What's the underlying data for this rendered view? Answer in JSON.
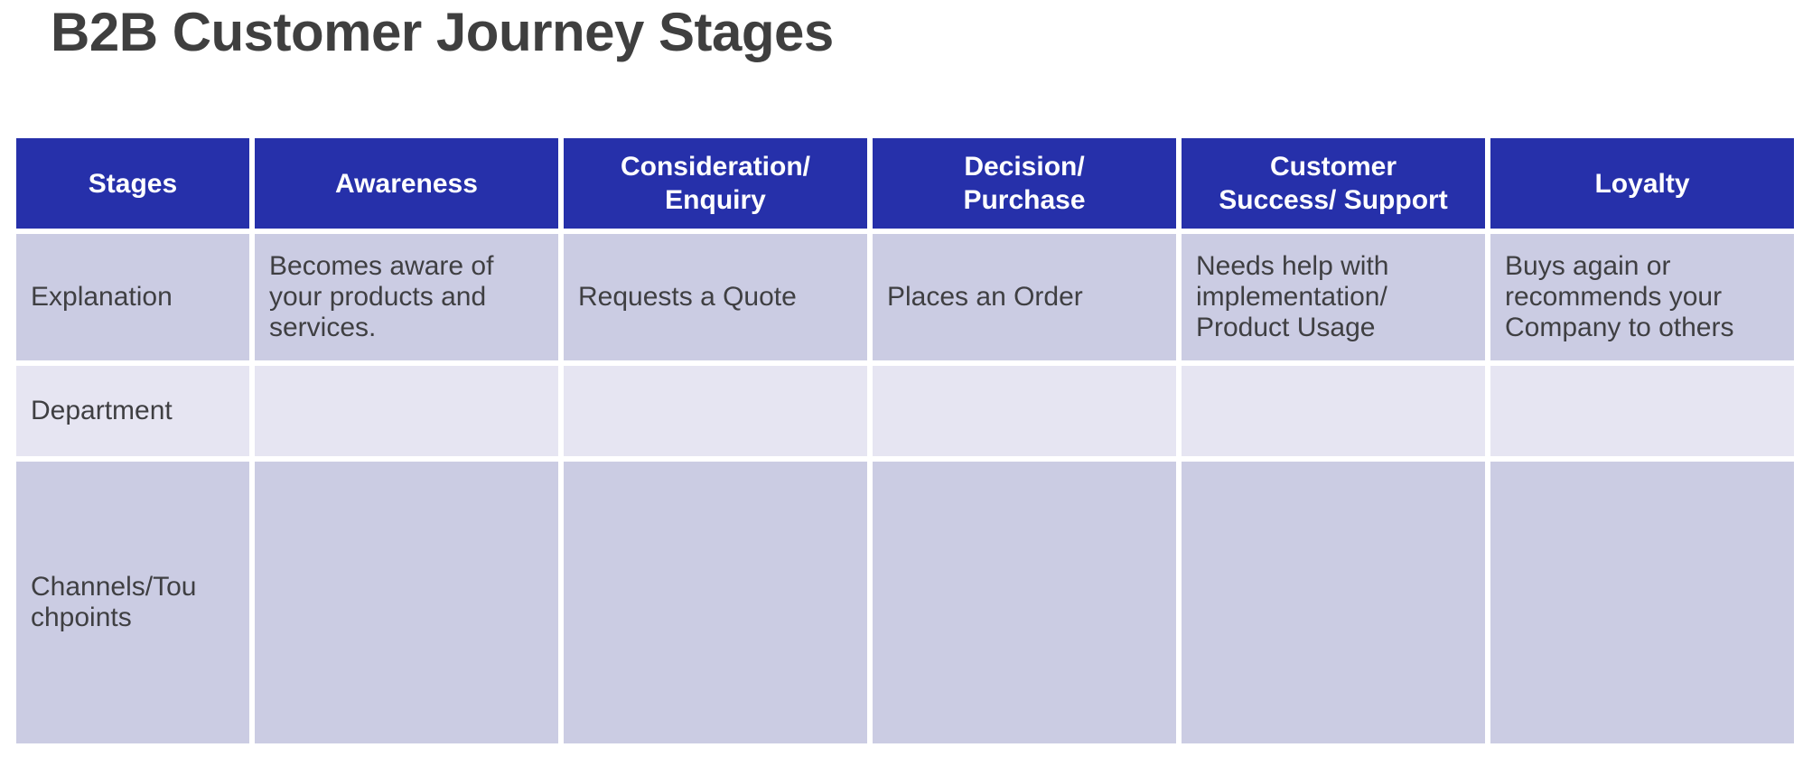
{
  "title": "B2B Customer Journey Stages",
  "colors": {
    "header_bg": "#2630AA",
    "header_text": "#FFFFFF",
    "row_bg": "#CBCCE3",
    "row_alt_bg": "#E6E5F2",
    "body_text": "#3F3F42",
    "title_text": "#3F3F3F",
    "page_bg": "#FFFFFF"
  },
  "table": {
    "headers": [
      "Stages",
      "Awareness",
      "Consideration/\nEnquiry",
      "Decision/\nPurchase",
      "Customer\nSuccess/ Support",
      "Loyalty"
    ],
    "rows": [
      {
        "label": "Explanation",
        "cells": [
          "Becomes aware of\nyour products and\nservices.",
          "Requests a Quote",
          "Places an Order",
          "Needs help with\nimplementation/\nProduct Usage",
          "Buys again or\nrecommends your\nCompany to others"
        ]
      },
      {
        "label": "Department",
        "cells": [
          "",
          "",
          "",
          "",
          ""
        ]
      },
      {
        "label": "Channels/Tou\nchpoints",
        "cells": [
          "",
          "",
          "",
          "",
          ""
        ]
      }
    ]
  }
}
